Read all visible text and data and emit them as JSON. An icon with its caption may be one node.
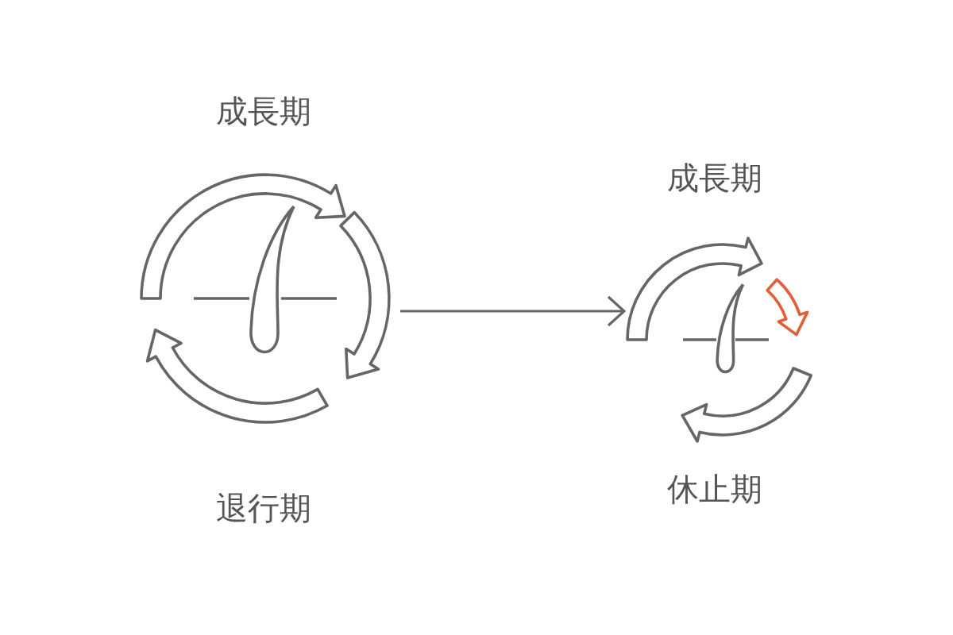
{
  "diagram": {
    "nodes": [
      {
        "text": [],
        "shape": "picture",
        "beside": [
          "成長期",
          "退行期"
        ]
      },
      {
        "text": [],
        "shape": "picture",
        "beside": [
          "成長期",
          "休止期"
        ]
      }
    ],
    "edges": [
      {
        "from": 0,
        "to": 1,
        "arrow": "to"
      }
    ]
  }
}
